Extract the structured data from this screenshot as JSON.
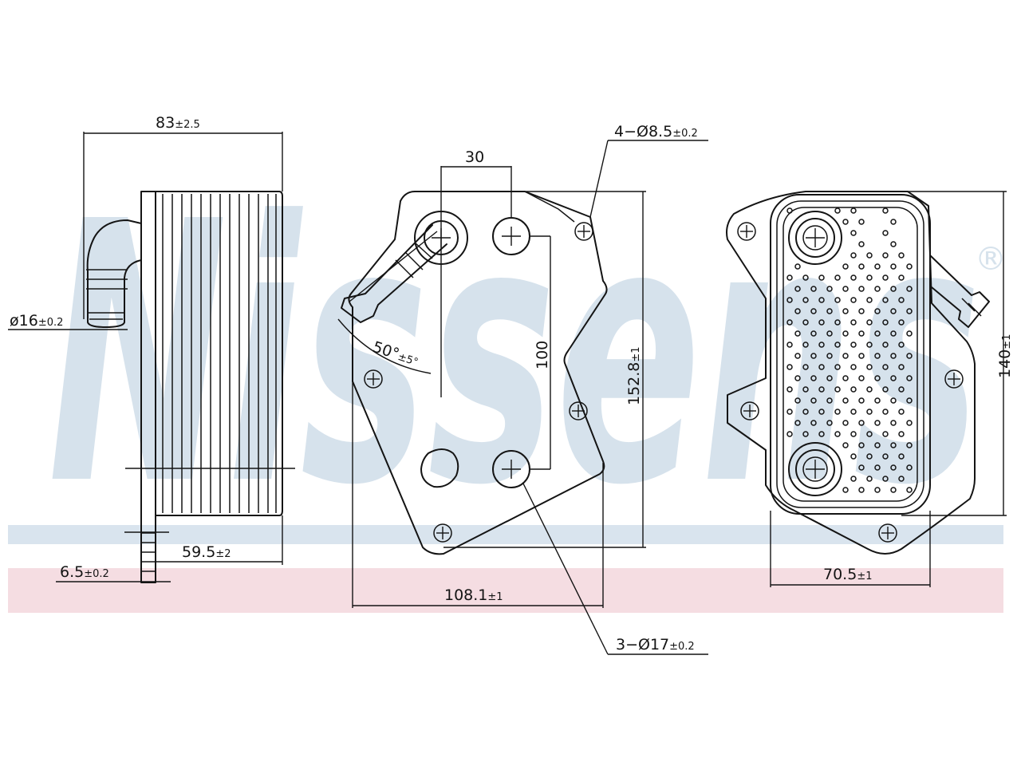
{
  "brand": {
    "watermark": "Nissens",
    "registered_mark": "®",
    "colors": {
      "blue": "#d6e2ec",
      "band_pink": "#f5dde2",
      "band_blue": "#d9e4ee",
      "line": "#141414"
    }
  },
  "dimensions": {
    "overall_width": {
      "main": "83",
      "tol": "±2.5"
    },
    "pipe_diameter": {
      "main": "ø16",
      "tol": "±0.2"
    },
    "plate_thickness": {
      "main": "6.5",
      "tol": "±0.2"
    },
    "core_width": {
      "main": "59.5",
      "tol": "±2"
    },
    "hole_spacing_x": {
      "main": "30",
      "tol": ""
    },
    "small_holes": {
      "main": "4−Ø8.5",
      "tol": "±0.2"
    },
    "pipe_angle": {
      "main": "50°",
      "tol": "±5°"
    },
    "hole_spacing_y": {
      "main": "100",
      "tol": ""
    },
    "plate_height": {
      "main": "152.8",
      "tol": "±1"
    },
    "plate_width": {
      "main": "108.1",
      "tol": "±1"
    },
    "large_holes": {
      "main": "3−Ø17",
      "tol": "±0.2"
    },
    "core_height": {
      "main": "140",
      "tol": "±1"
    },
    "core_width_front": {
      "main": "70.5",
      "tol": "±1"
    }
  }
}
